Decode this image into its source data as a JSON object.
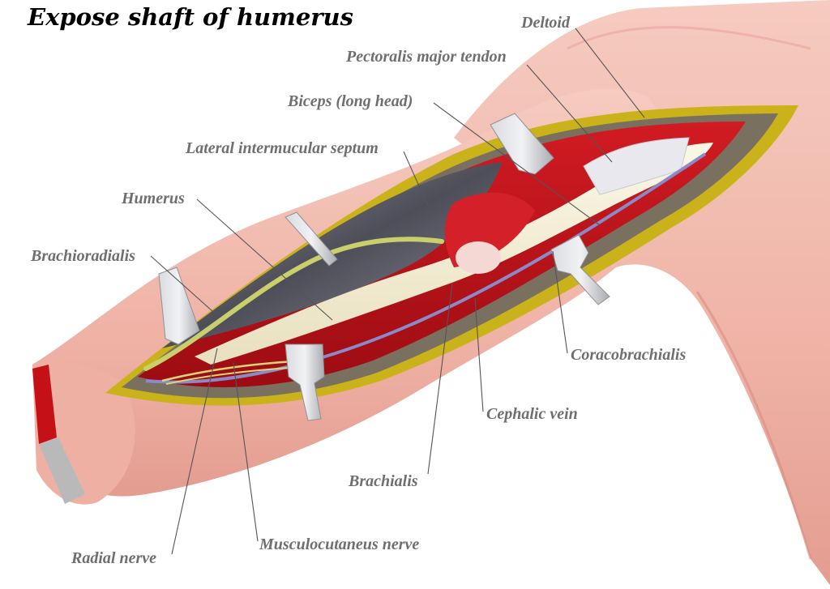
{
  "title": "Expose shaft of humerus",
  "labels": {
    "deltoid": "Deltoid",
    "pectoralis_major_tendon": "Pectoralis major tendon",
    "biceps_long_head": "Biceps (long head)",
    "lateral_intermuscular_septum": "Lateral intermucular septum",
    "humerus": "Humerus",
    "brachioradialis": "Brachioradialis",
    "coracobrachialis": "Coracobrachialis",
    "cephalic_vein": "Cephalic vein",
    "brachialis": "Brachialis",
    "musculocutaneus_nerve": "Musculocutaneus nerve",
    "radial_nerve": "Radial nerve"
  },
  "colors": {
    "skin": "#f2bcb0",
    "skin_shadow": "#e29a8d",
    "muscle": "#c8121c",
    "fat": "#c9b21a",
    "bone": "#f2ecd2",
    "septum": "#5d5d68",
    "nerve": "#c9cf6a",
    "vein": "#8a8ac8",
    "retractor": "#b9bcc2",
    "leader_line": "#555555",
    "label_text": "#6f6f6f"
  }
}
